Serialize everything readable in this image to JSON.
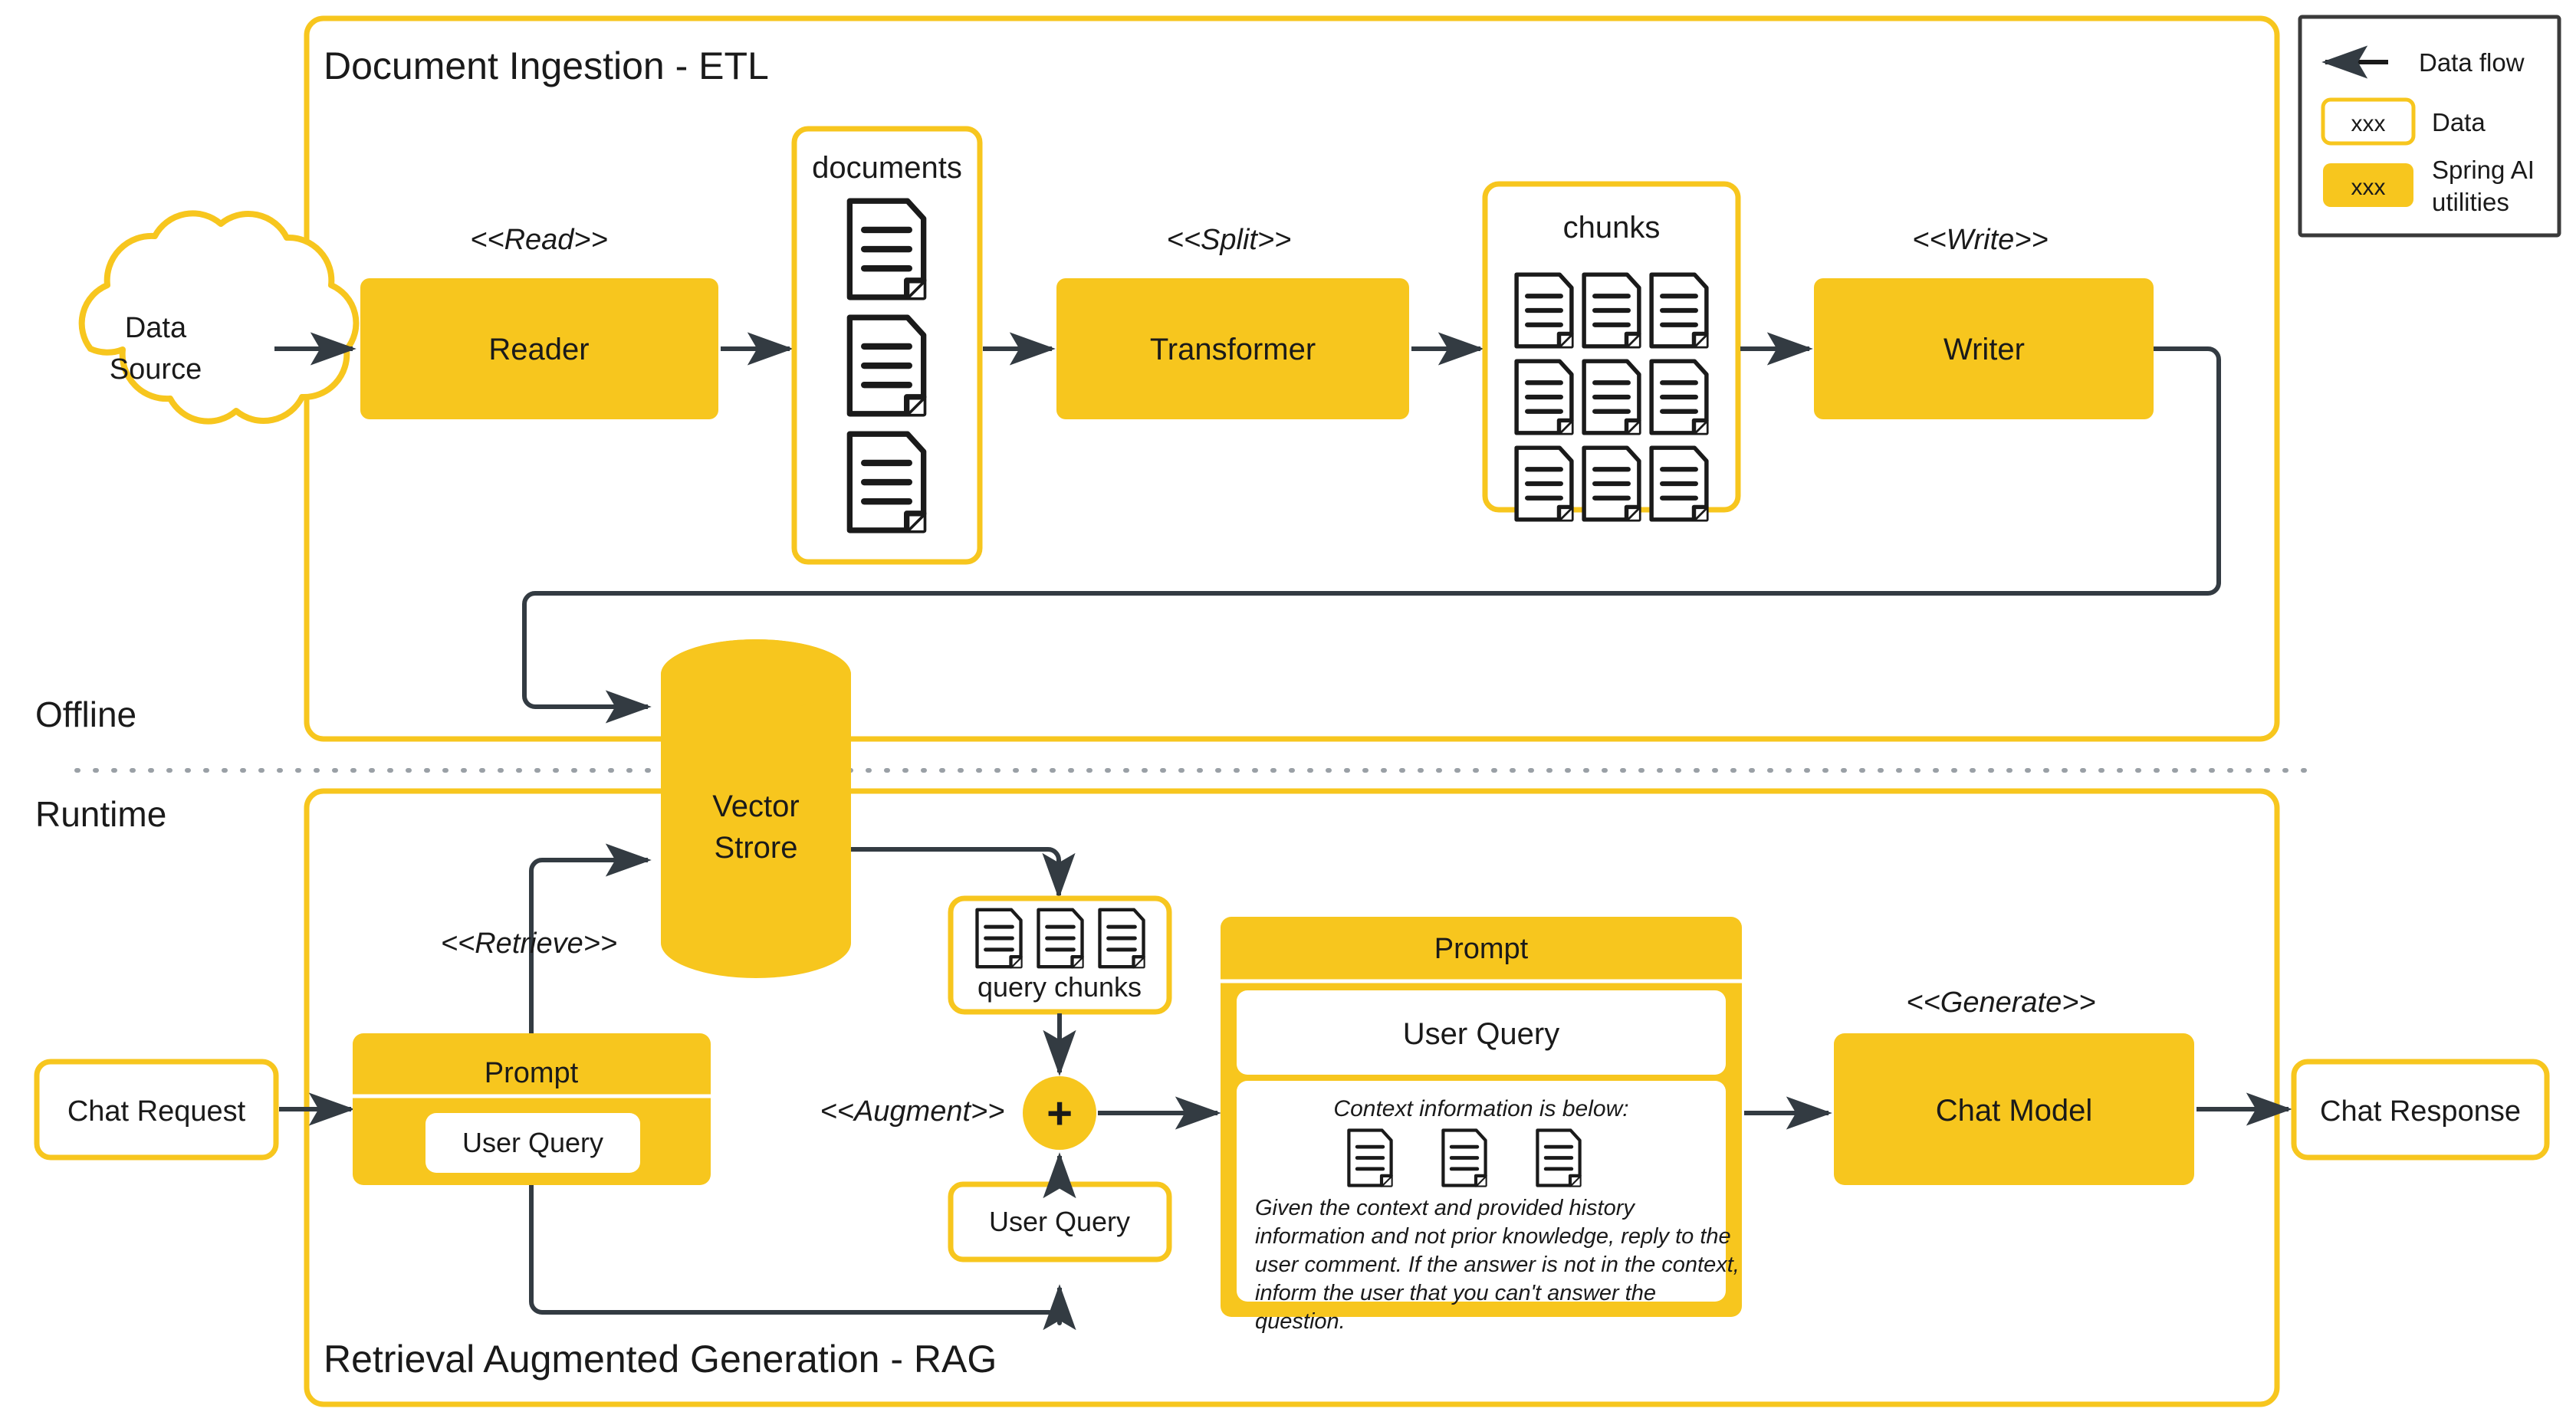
{
  "colors": {
    "brand_yellow": "#F7C61E",
    "box_fill": "#F7C61E",
    "data_box_stroke": "#F7C61E",
    "data_box_fill": "#FFFFFF",
    "arrow": "#333B42",
    "text": "#1A1A1A",
    "phase_label": "#7A7A7A",
    "legend_border": "#3A3A3A",
    "divider": "#9AA0A6"
  },
  "phases": {
    "offline_label": "Offline",
    "runtime_label": "Runtime"
  },
  "etl": {
    "title": "Document Ingestion - ETL",
    "data_source": "Data Source",
    "data_source_line1": "Data",
    "data_source_line2": "Source",
    "stereotype_read": "<<Read>>",
    "reader": "Reader",
    "documents_label": "documents",
    "documents_count": 3,
    "stereotype_split": "<<Split>>",
    "transformer": "Transformer",
    "chunks_label": "chunks",
    "chunks_count": 9,
    "stereotype_write": "<<Write>>",
    "writer": "Writer"
  },
  "store": {
    "line1": "Vector",
    "line2": "Strore"
  },
  "rag": {
    "title": "Retrieval Augmented Generation - RAG",
    "chat_request": "Chat Request",
    "prompt_title": "Prompt",
    "prompt_user_query": "User Query",
    "stereotype_retrieve": "<<Retrieve>>",
    "query_chunks_label": "query chunks",
    "query_chunks_count": 3,
    "stereotype_augment": "<<Augment>>",
    "augment_symbol": "+",
    "user_query_box": "User Query",
    "big_prompt_title": "Prompt",
    "big_prompt_user_query": "User Query",
    "context_header": "Context information is below:",
    "context_docs_count": 3,
    "instruction_lines": [
      "Given the context and provided history",
      "information and not prior knowledge, reply to the",
      "user comment. If the answer is not in the context,",
      "inform the user that you can't answer the",
      "question."
    ],
    "stereotype_generate": "<<Generate>>",
    "chat_model": "Chat Model",
    "chat_response": "Chat Response"
  },
  "legend": {
    "data_flow": "Data flow",
    "data": "Data",
    "data_sample": "xxx",
    "spring_line1": "Spring AI",
    "spring_line2": "utilities",
    "spring_sample": "xxx"
  }
}
